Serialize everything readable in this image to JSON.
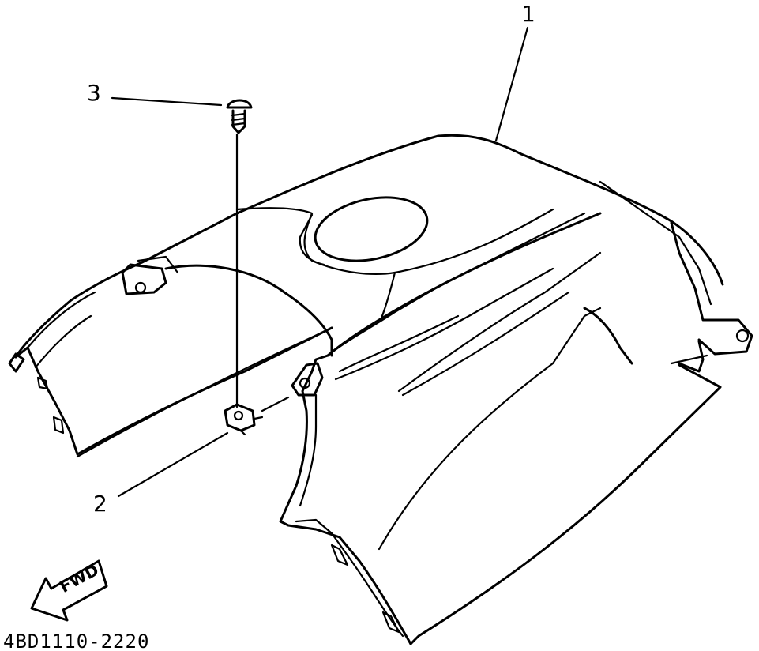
{
  "callouts": {
    "part_1": "1",
    "part_2": "2",
    "part_3": "3"
  },
  "fwd_arrow": {
    "label": "FWD",
    "icon": "forward-direction-arrow-icon"
  },
  "diagram_code": "4BD1110-2220"
}
